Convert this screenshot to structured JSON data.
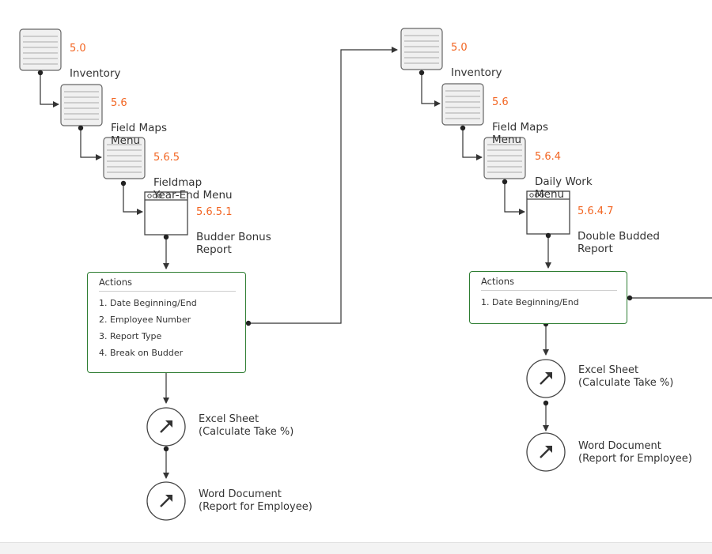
{
  "left_flow": {
    "nodes": [
      {
        "number": "5.0",
        "label": "Inventory"
      },
      {
        "number": "5.6",
        "label": "Field Maps\nMenu"
      },
      {
        "number": "5.6.5",
        "label": "Fieldmap\nYear-End Menu"
      },
      {
        "number": "5.6.5.1",
        "label": "Budder Bonus\nReport"
      }
    ],
    "actions": {
      "title": "Actions",
      "items": [
        "1. Date Beginning/End",
        "2. Employee Number",
        "3. Report Type",
        "4. Break on Budder"
      ]
    },
    "outputs": [
      {
        "label": "Excel Sheet\n(Calculate Take %)"
      },
      {
        "label": "Word Document\n(Report for Employee)"
      }
    ]
  },
  "right_flow": {
    "nodes": [
      {
        "number": "5.0",
        "label": "Inventory"
      },
      {
        "number": "5.6",
        "label": "Field Maps\nMenu"
      },
      {
        "number": "5.6.4",
        "label": "Daily Work\nMenu"
      },
      {
        "number": "5.6.4.7",
        "label": "Double Budded\nReport"
      }
    ],
    "actions": {
      "title": "Actions",
      "items": [
        "1. Date Beginning/End"
      ]
    },
    "outputs": [
      {
        "label": "Excel Sheet\n(Calculate Take %)"
      },
      {
        "label": "Word Document\n(Report for Employee)"
      }
    ]
  },
  "colors": {
    "number_orange": "#f26522",
    "actions_border": "#2e7d32",
    "line": "#333333",
    "menu_fill": "#f0f0f0",
    "menu_stroke": "#666666"
  },
  "icons": {
    "menu_node": "menu-list-icon",
    "report_node": "report-window-icon",
    "output": "external-arrow-icon"
  }
}
